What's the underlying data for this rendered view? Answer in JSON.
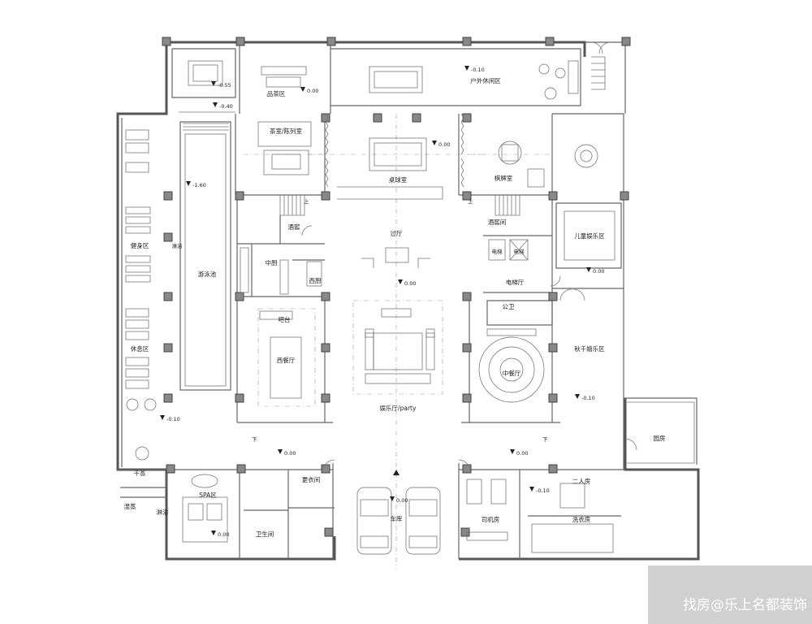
{
  "watermark": {
    "text": "找房@乐上名都装饰"
  },
  "rooms": [
    {
      "key": "outdoor_leisure",
      "label": "户外休闲区"
    },
    {
      "key": "tea_room",
      "label": "品茶区"
    },
    {
      "key": "tea_display",
      "label": "茶室/陈列室"
    },
    {
      "key": "billiard",
      "label": "桌球室"
    },
    {
      "key": "chess",
      "label": "棋牌室"
    },
    {
      "key": "foyer",
      "label": "过厅"
    },
    {
      "key": "wine",
      "label": "酒窖"
    },
    {
      "key": "wine2",
      "label": "酒窖间"
    },
    {
      "key": "kids",
      "label": "儿童娱乐区"
    },
    {
      "key": "kitchen",
      "label": "中厨"
    },
    {
      "key": "west_kitchen",
      "label": "西厨"
    },
    {
      "key": "elevator_hall",
      "label": "电梯厅"
    },
    {
      "key": "bar",
      "label": "吧台"
    },
    {
      "key": "western_dining",
      "label": "西餐厅"
    },
    {
      "key": "party",
      "label": "娱乐厅/party"
    },
    {
      "key": "chinese_dining",
      "label": "中餐厅"
    },
    {
      "key": "swing",
      "label": "秋千嬉乐区"
    },
    {
      "key": "pool",
      "label": "游泳池"
    },
    {
      "key": "fitness",
      "label": "健身区"
    },
    {
      "key": "rest",
      "label": "休息区"
    },
    {
      "key": "spa",
      "label": "SPA区"
    },
    {
      "key": "sauna_dry",
      "label": "干蒸"
    },
    {
      "key": "sauna_wet",
      "label": "湿蒸"
    },
    {
      "key": "shower",
      "label": "淋浴"
    },
    {
      "key": "changing",
      "label": "更衣间"
    },
    {
      "key": "wc",
      "label": "卫生间"
    },
    {
      "key": "garage",
      "label": "车库"
    },
    {
      "key": "driver",
      "label": "司机房"
    },
    {
      "key": "maid",
      "label": "二人房"
    },
    {
      "key": "laundry",
      "label": "洗衣房"
    },
    {
      "key": "public_wc",
      "label": "公卫"
    },
    {
      "key": "garden",
      "label": "园房"
    },
    {
      "key": "elev1",
      "label": "电梯"
    },
    {
      "key": "elev2",
      "label": "电梯"
    },
    {
      "key": "spa_left",
      "label": "淋浴"
    }
  ],
  "levels": [
    {
      "key": "l1",
      "text": "-0.10"
    },
    {
      "key": "l2",
      "text": "-0.55"
    },
    {
      "key": "l3",
      "text": "-0.40"
    },
    {
      "key": "l4",
      "text": "0.00"
    },
    {
      "key": "l5",
      "text": "-1.60"
    },
    {
      "key": "l6",
      "text": "0.00"
    },
    {
      "key": "l7",
      "text": "0.00"
    },
    {
      "key": "l8",
      "text": "0.00"
    },
    {
      "key": "l9",
      "text": "-0.10"
    },
    {
      "key": "l10",
      "text": "-0.10"
    },
    {
      "key": "l11",
      "text": "0.00"
    },
    {
      "key": "l12",
      "text": "0.00"
    },
    {
      "key": "l13",
      "text": "-0.10"
    },
    {
      "key": "l14",
      "text": "0.00"
    },
    {
      "key": "l15",
      "text": "0.00"
    }
  ],
  "stairs": [
    {
      "key": "s1",
      "text": "上"
    },
    {
      "key": "s2",
      "text": "上"
    },
    {
      "key": "s3",
      "text": "下"
    },
    {
      "key": "s4",
      "text": "下"
    }
  ]
}
